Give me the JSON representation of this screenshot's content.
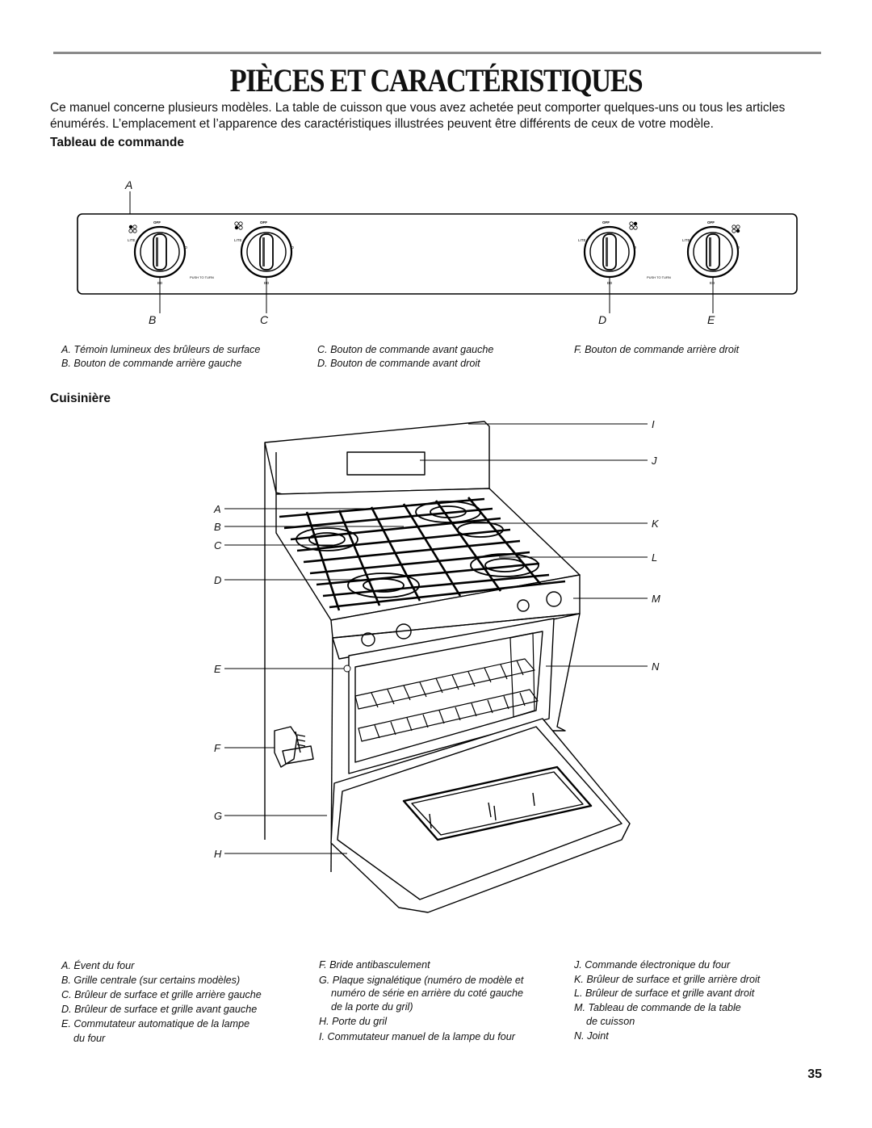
{
  "title": "PIÈCES ET CARACTÉRISTIQUES",
  "intro": "Ce manuel concerne plusieurs modèles. La table de cuisson que vous avez achetée peut comporter quelques-uns ou tous les articles énumérés. L’emplacement et l’apparence des caractéristiques illustrées peuvent être différents de ceux de votre modèle.",
  "control_panel": {
    "heading": "Tableau de commande",
    "knob_text": {
      "off": "OFF",
      "lite": "LITE",
      "lo": "LO",
      "hi": "HI",
      "med": "ED",
      "push": "PUSH TO TURN"
    },
    "callouts": {
      "a": "A",
      "b": "B",
      "c": "C",
      "d": "D",
      "e": "E"
    },
    "legend": [
      "A. Témoin lumineux des brûleurs de surface",
      "B. Bouton de commande arrière gauche",
      "C. Bouton de commande avant gauche",
      "D. Bouton de commande avant droit",
      "F. Bouton de commande arrière droit"
    ]
  },
  "range": {
    "heading": "Cuisinière",
    "left_callouts": [
      "A",
      "B",
      "C",
      "D",
      "E",
      "F",
      "G",
      "H"
    ],
    "right_callouts": [
      "I",
      "J",
      "K",
      "L",
      "M",
      "N"
    ],
    "legend_col1": [
      "A. Évent du four",
      "B. Grille centrale (sur certains modèles)",
      "C. Brûleur de surface et grille arrière gauche",
      "D. Brûleur de surface et grille avant gauche",
      "E. Commutateur automatique de la lampe",
      "du four"
    ],
    "legend_col2": [
      "F. Bride antibasculement",
      "G. Plaque signalétique (numéro de modèle et",
      "numéro de série en arrière du coté gauche",
      "de la porte du gril)",
      "H. Porte du gril",
      "I. Commutateur manuel de la lampe du four"
    ],
    "legend_col3": [
      "J. Commande électronique du four",
      "K. Brûleur de surface et grille arrière droit",
      "L. Brûleur de surface et grille avant droit",
      "M. Tableau de commande de la table",
      "de cuisson",
      "N. Joint"
    ]
  },
  "page_number": "35"
}
